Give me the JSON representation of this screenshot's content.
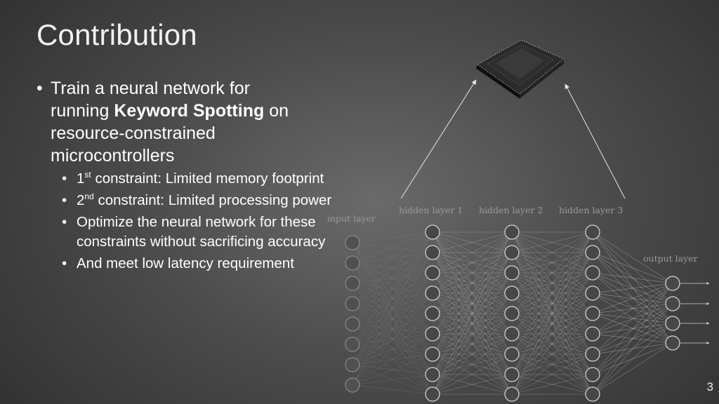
{
  "slide": {
    "title": "Contribution",
    "page_number": "3"
  },
  "main_bullet": {
    "prefix": "Train a neural network for running ",
    "bold": "Keyword Spotting",
    "suffix": " on resource-constrained microcontrollers"
  },
  "sub_bullets": [
    {
      "ordinal": "1",
      "sup": "st",
      "text": " constraint: Limited memory footprint"
    },
    {
      "ordinal": "2",
      "sup": "nd",
      "text": " constraint: Limited processing power"
    },
    {
      "text": "Optimize the neural network for these constraints without sacrificing accuracy"
    },
    {
      "text": "And meet low latency requirement"
    }
  ],
  "diagram": {
    "labels": {
      "input": "input layer",
      "hidden1": "hidden layer 1",
      "hidden2": "hidden layer 2",
      "hidden3": "hidden layer 3",
      "output": "output layer"
    }
  }
}
